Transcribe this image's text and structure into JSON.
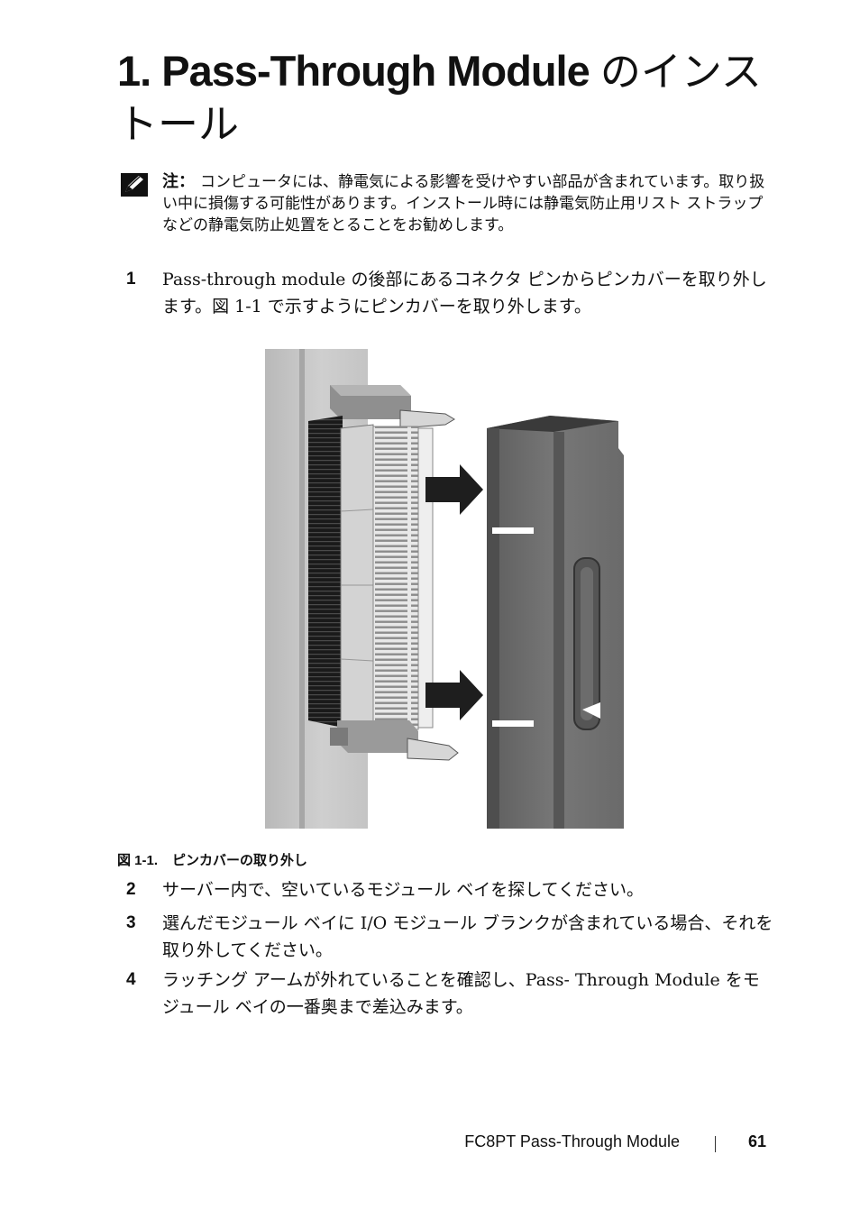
{
  "heading": {
    "title_latin": "1. Pass-Through Module ",
    "title_jp": "のインストール"
  },
  "note": {
    "icon": "pencil-note-icon",
    "label": "注：",
    "text": "コンピュータには、静電気による影響を受けやすい部品が含まれています。取り扱い中に損傷する可能性があります。インストール時には静電気防止用リスト ストラップなどの静電気防止処置をとることをお勧めします。"
  },
  "steps": [
    {
      "number": "1",
      "text": "Pass-through module の後部にあるコネクタ ピンからピンカバーを取り外します。図 1-1 で示すようにピンカバーを取り外します。"
    },
    {
      "number": "2",
      "text": "サーバー内で、空いているモジュール ベイを探してください。"
    },
    {
      "number": "3",
      "text": "選んだモジュール ベイに I/O モジュール ブランクが含まれている場合、それを取り外してください。"
    },
    {
      "number": "4",
      "text": "ラッチング アームが外れていることを確認し、Pass- Through Module をモジュール ベイの一番奥まで差込みます。"
    }
  ],
  "figure": {
    "caption_number": "図 1-1.",
    "caption_text": "ピンカバーの取り外し"
  },
  "footer": {
    "title": "FC8PT Pass-Through Module",
    "page": "61"
  }
}
